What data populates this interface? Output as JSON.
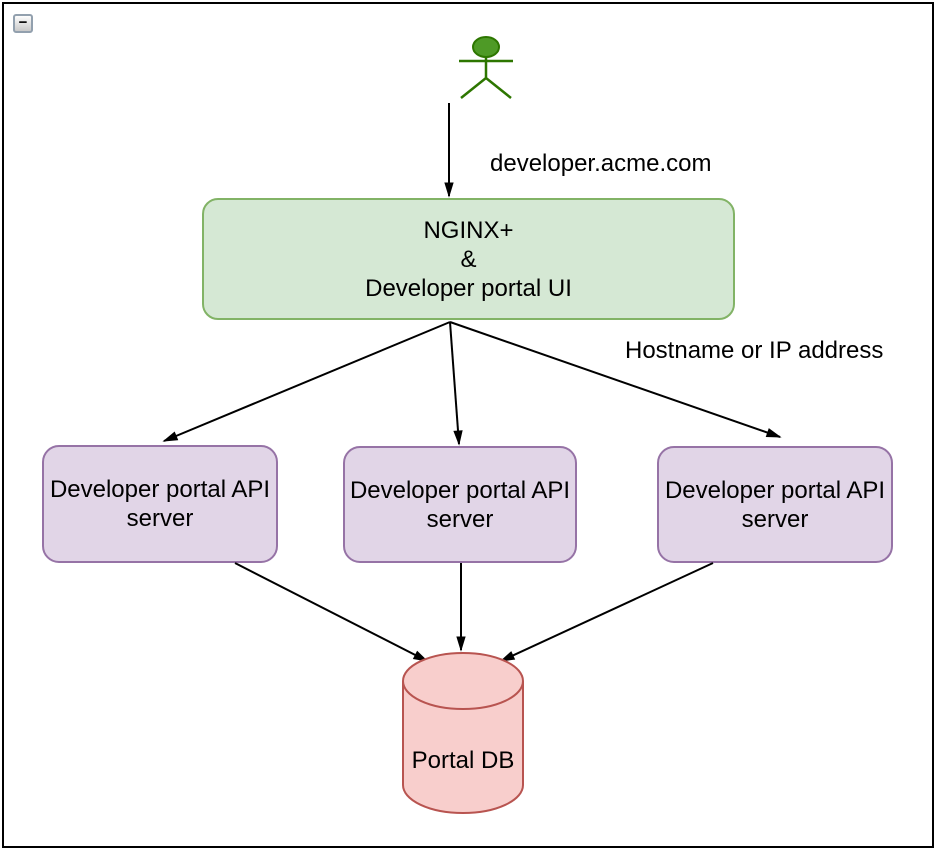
{
  "window": {
    "collapse_button_glyph": "−"
  },
  "diagram": {
    "actor": {
      "fill": "#4e9a26",
      "stroke": "#2d7600"
    },
    "edge_color": "#000000",
    "edges": {
      "user_to_nginx_label": "developer.acme.com",
      "nginx_to_servers_label": "Hostname or IP address"
    },
    "nodes": {
      "nginx": {
        "label": "NGINX+\n&\nDeveloper portal UI",
        "fill": "#d5e8d4",
        "border": "#82b366"
      },
      "api_server_fill": "#e1d5e7",
      "api_server_border": "#9673a6",
      "api_servers": [
        {
          "label": "Developer portal API server"
        },
        {
          "label": "Developer portal API server"
        },
        {
          "label": "Developer portal API server"
        }
      ],
      "portal_db": {
        "label": "Portal DB",
        "fill": "#f8cecc",
        "border": "#b85450"
      }
    }
  }
}
